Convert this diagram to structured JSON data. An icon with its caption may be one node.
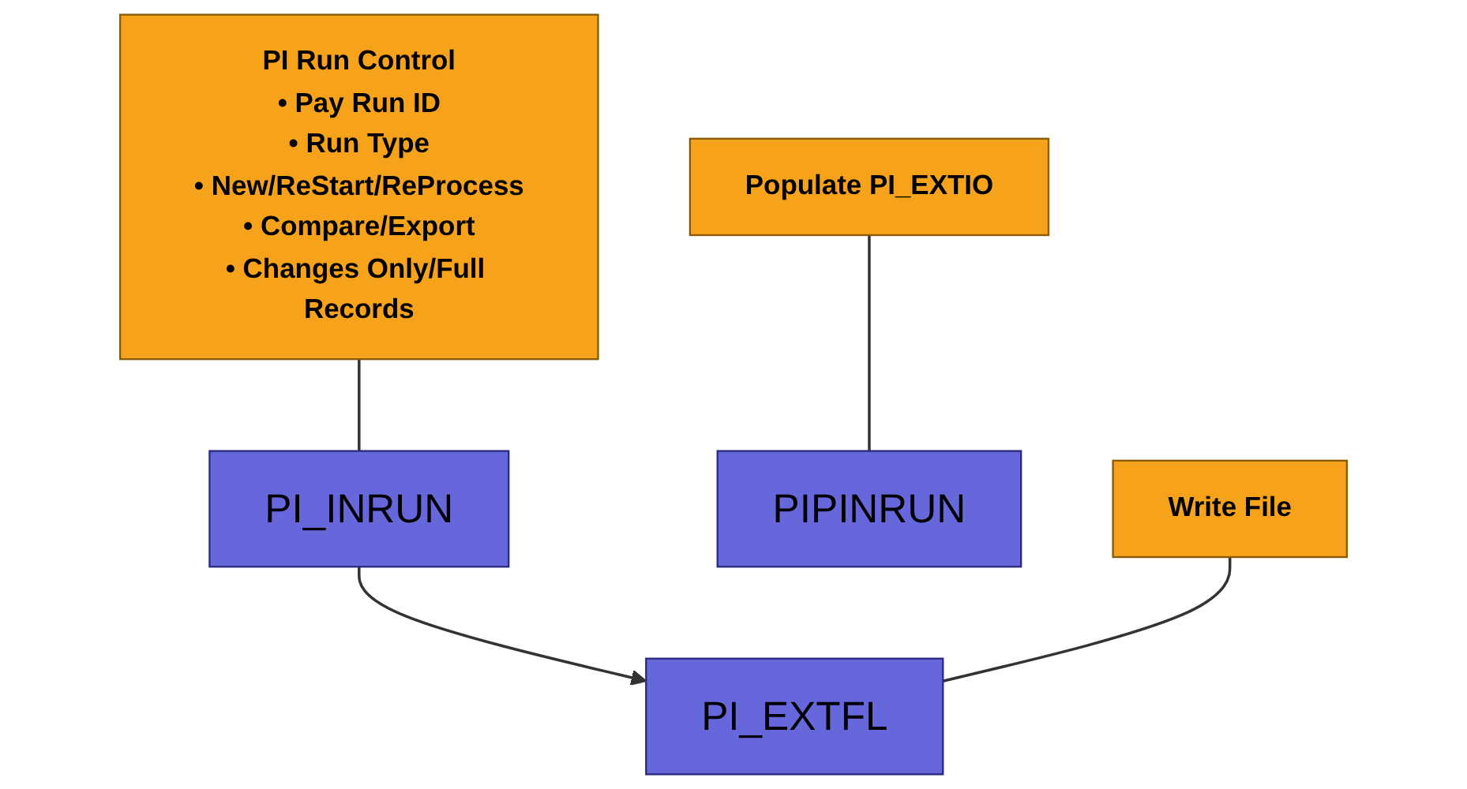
{
  "diagram": {
    "nodes": [
      {
        "text": [
          "PI_INRUN"
        ]
      },
      {
        "text": [
          "PI Run Control",
          "• Pay Run ID",
          "• Run Type",
          "• New/ReStart/ReProcess",
          "• Compare/Export",
          "• Changes Only/Full Records"
        ]
      },
      {
        "text": [
          "PIPINRUN"
        ]
      },
      {
        "text": [
          "PI_EXTFL"
        ]
      },
      {
        "text": [
          "Populate PI_EXTIO"
        ]
      },
      {
        "text": [
          "Write File"
        ]
      }
    ],
    "edges": [
      {
        "from": 0,
        "to": 3,
        "arrow": "to"
      },
      {
        "from": 1,
        "to": 0,
        "arrow": "none"
      },
      {
        "from": 4,
        "to": 2,
        "arrow": "none"
      },
      {
        "from": 5,
        "to": 3,
        "arrow": "none"
      }
    ]
  }
}
